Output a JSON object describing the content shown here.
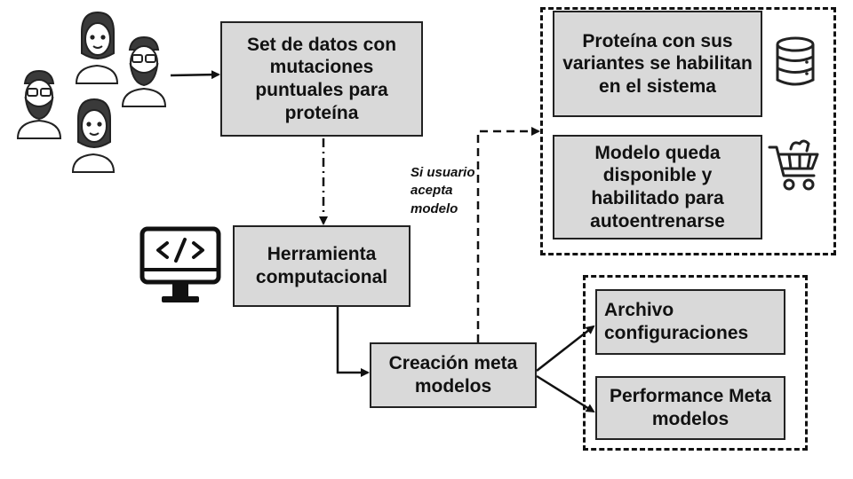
{
  "nodes": {
    "dataset": "Set de datos con mutaciones puntuales para proteína",
    "tool": "Herramienta computacional",
    "meta_creation": "Creación meta modelos",
    "protein_variants": "Proteína con sus variantes se habilitan en el sistema",
    "model_available": "Modelo queda disponible y habilitado para autoentrenarse",
    "config_file": "Archivo configuraciones",
    "performance": "Performance Meta modelos"
  },
  "edge_labels": {
    "if_accepts": "Si usuario acepta modelo"
  },
  "icons": {
    "users": "people-group-icon",
    "computer": "computer-code-icon",
    "database": "database-icon",
    "cart": "shopping-cart-icon"
  },
  "colors": {
    "box_fill": "#d9d9d9",
    "stroke": "#111111"
  }
}
